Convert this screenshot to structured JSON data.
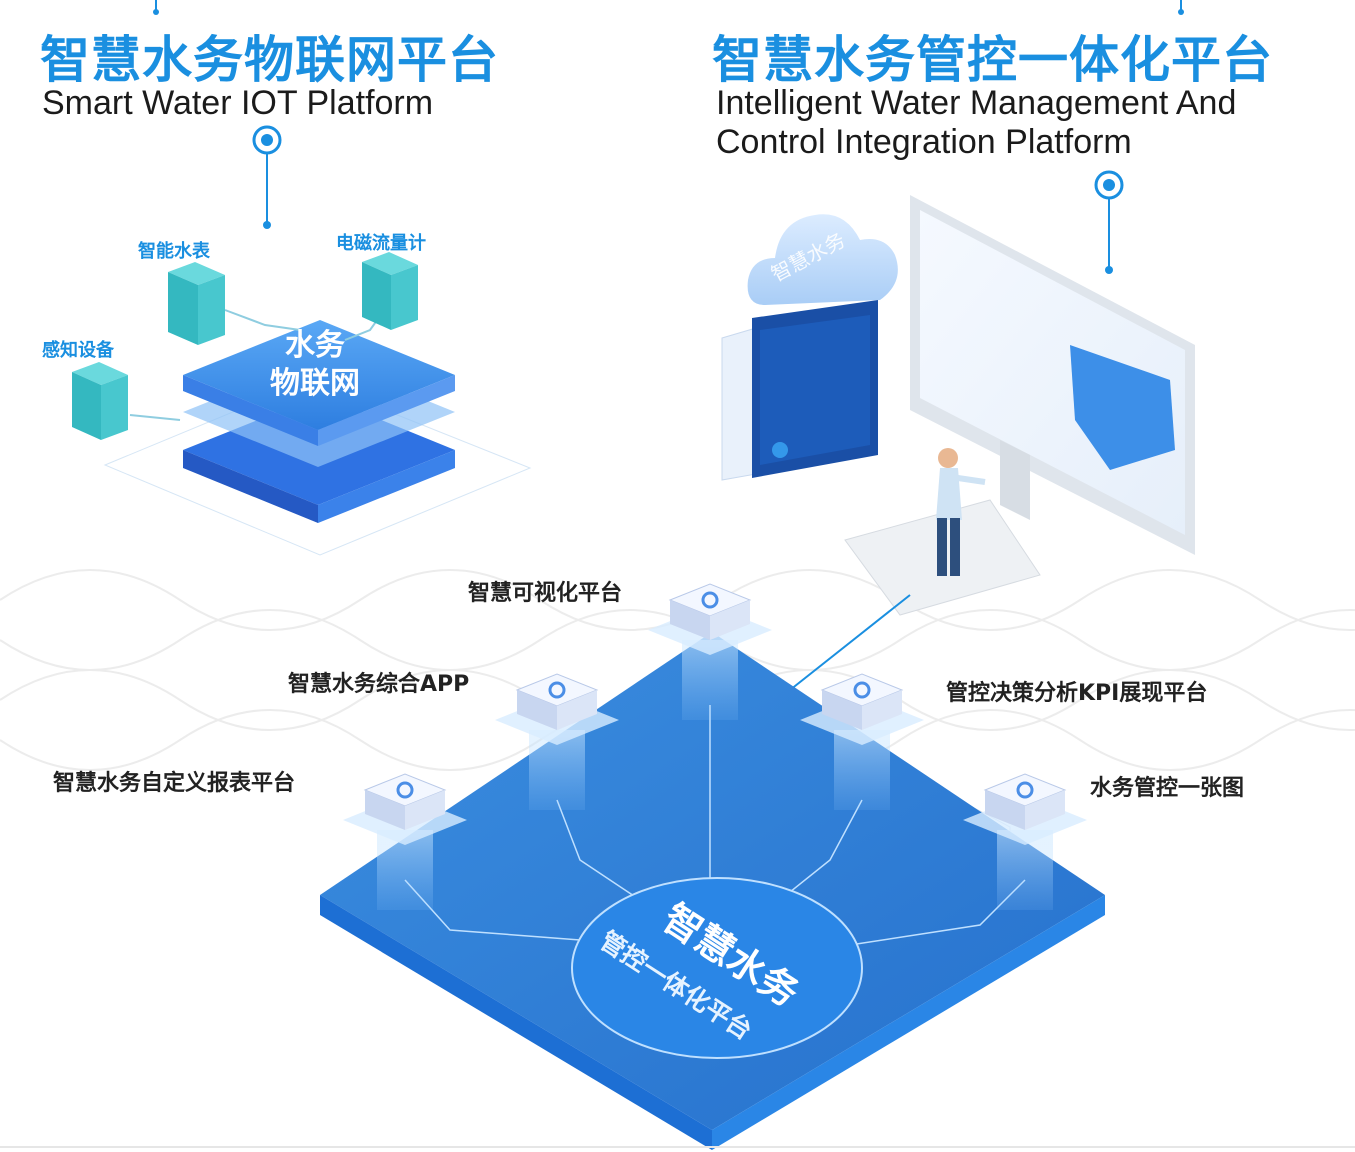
{
  "left": {
    "title_cn": "智慧水务物联网平台",
    "title_en": "Smart Water IOT Platform",
    "center_label": [
      "水务",
      "物联网"
    ],
    "devices": [
      "智能水表",
      "电磁流量计",
      "感知设备"
    ]
  },
  "right": {
    "title_cn": "智慧水务管控一体化平台",
    "title_en_line1": "Intelligent Water Management And",
    "title_en_line2": "Control Integration Platform",
    "cloud_label": "智慧水务"
  },
  "platform": {
    "center_label_1": "智慧水务",
    "center_label_2": "管控一体化平台",
    "nodes": [
      "智慧可视化平台",
      "智慧水务综合APP",
      "智慧水务自定义报表平台",
      "管控决策分析KPI展现平台",
      "水务管控一张图"
    ]
  },
  "colors": {
    "accent": "#1a8fe0",
    "platform": "#2f7fd6",
    "platform_dark": "#1e63b8",
    "device": "#3cc3c9"
  }
}
